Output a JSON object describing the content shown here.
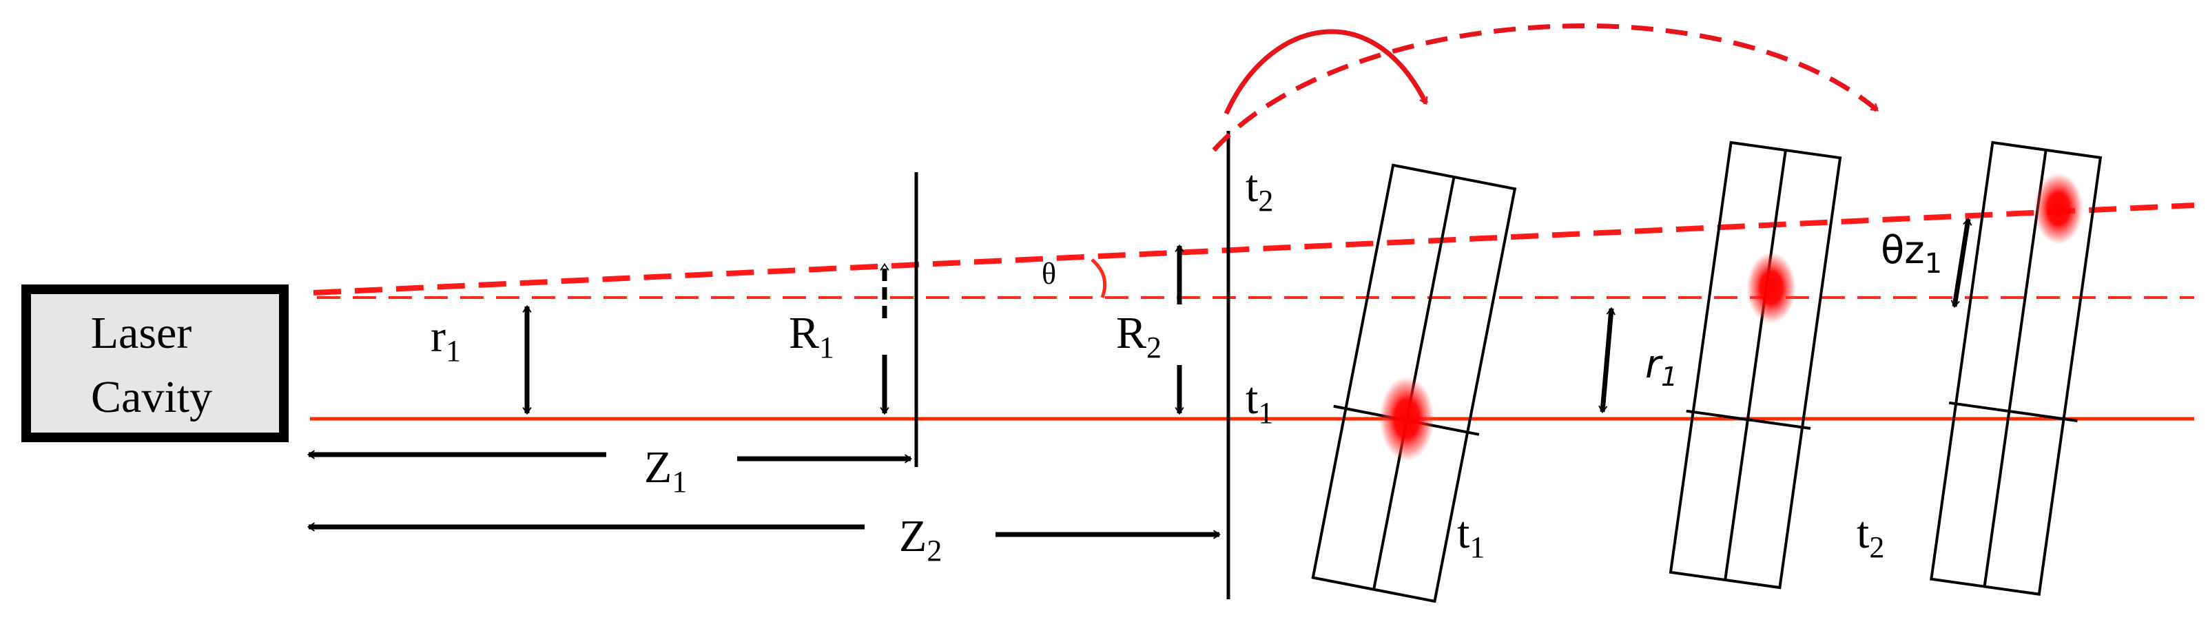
{
  "colors": {
    "beam": "#ff2a00",
    "beam_dashed": "#ff2a1a",
    "arc": "#e8141c",
    "spot": "#ff0000",
    "ink": "#000000",
    "cavity_fill": "#e6e6e6"
  },
  "source": {
    "line1": "Laser",
    "line2": "Cavity"
  },
  "labels": {
    "r": "r",
    "r_sub": "1",
    "R1": "R",
    "R1_sub": "1",
    "R2": "R",
    "R2_sub": "2",
    "theta": "θ",
    "Z1": "Z",
    "Z1_sub": "1",
    "Z2": "Z",
    "Z2_sub": "2",
    "t2_top": "t",
    "t2_top_sub": "2",
    "t1_mid": "t",
    "t1_mid_sub": "1",
    "t1_bottom": "t",
    "t1_bottom_sub": "1",
    "t2_bottom": "t",
    "t2_bottom_sub": "2",
    "r1_right": "r",
    "r1_right_sub": "1",
    "theta_z": "θz",
    "theta_z_sub": "1"
  }
}
